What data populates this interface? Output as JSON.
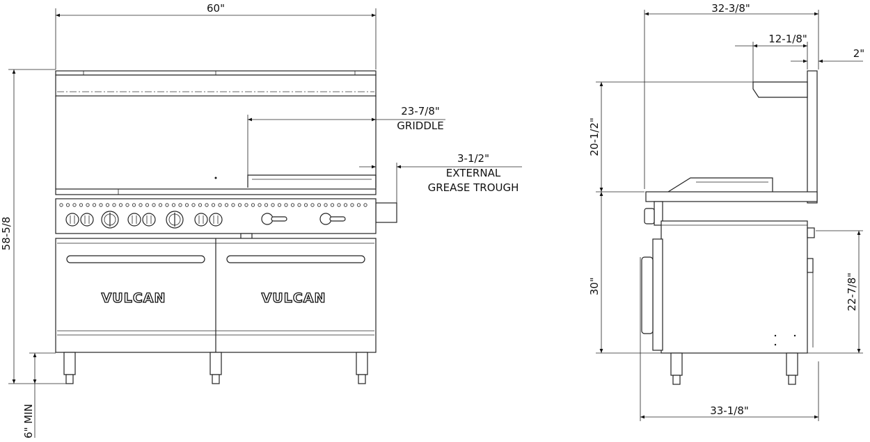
{
  "front_view": {
    "width_dim": "60\"",
    "height_dim": "58-5/8",
    "leg_dim": "6\" MIN",
    "griddle_dim": "23-7/8\"",
    "griddle_label": "GRIDDLE",
    "trough_dim": "3-1/2\"",
    "trough_label_1": "EXTERNAL",
    "trough_label_2": "GREASE TROUGH",
    "brand_left": "VULCAN",
    "brand_right": "VULCAN"
  },
  "side_view": {
    "depth_top_dim": "32-3/8\"",
    "shelf_depth_dim": "12-1/8\"",
    "backsplash_dim": "2\"",
    "riser_height_dim": "20-1/2\"",
    "work_height_dim": "30\"",
    "side_height_dim": "22-7/8\"",
    "depth_bottom_dim": "33-1/8\""
  }
}
